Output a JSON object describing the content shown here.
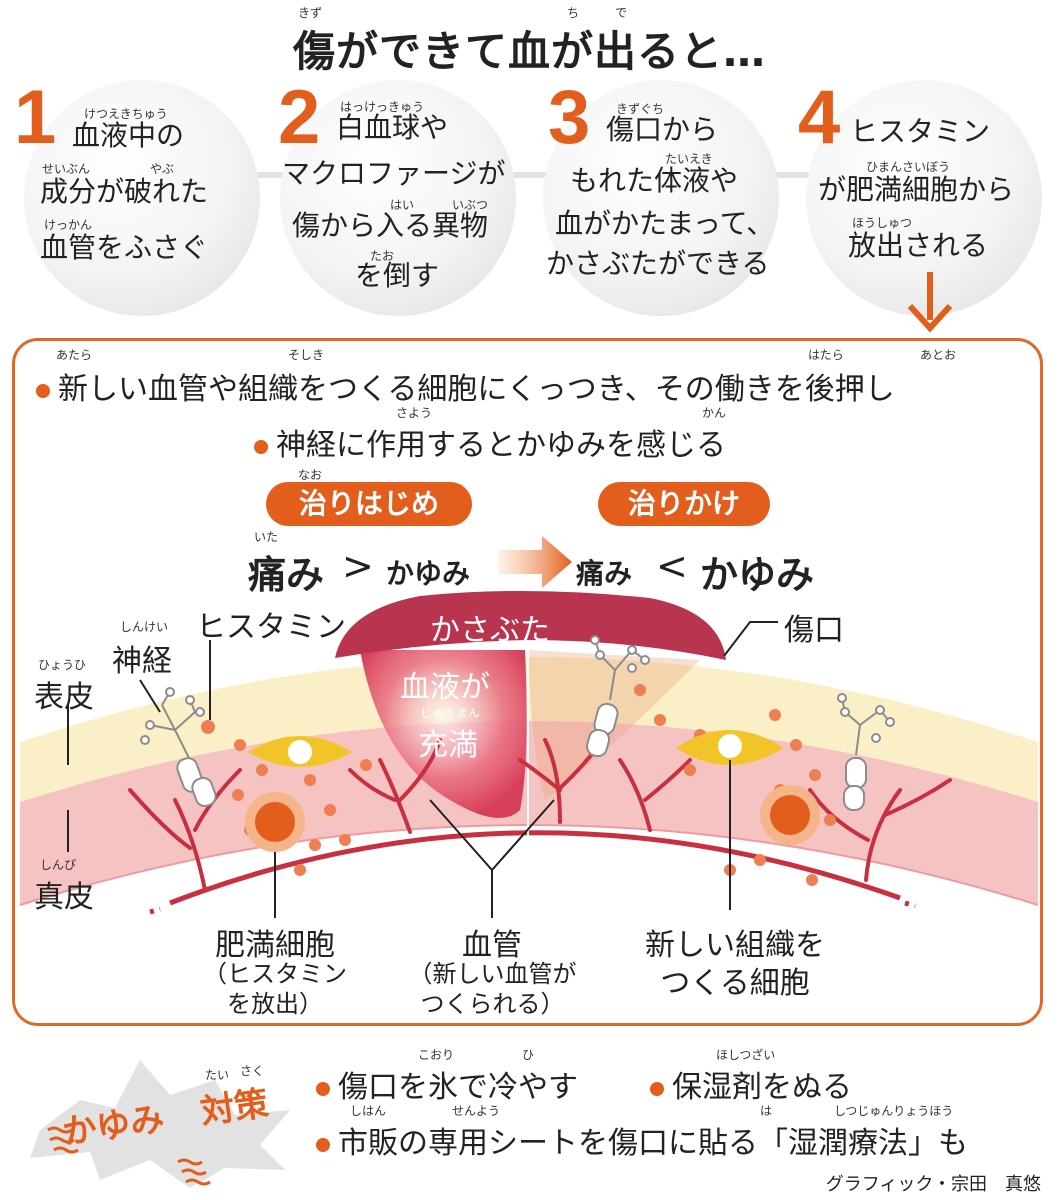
{
  "title": {
    "text": "傷ができて血が出ると…",
    "ruby": [
      "きず",
      "ち",
      "で"
    ]
  },
  "steps": [
    {
      "number": "1",
      "lines": [
        "血液中の",
        "成分が破れた",
        "血管をふさぐ"
      ],
      "ruby": [
        "けつえきちゅう",
        "せいぶん",
        "やぶ",
        "けっかん"
      ]
    },
    {
      "number": "2",
      "lines": [
        "白血球や",
        "マクロファージが",
        "傷から入る異物",
        "を倒す"
      ],
      "ruby": [
        "はっけっきゅう",
        "はい",
        "いぶつ",
        "たお"
      ]
    },
    {
      "number": "3",
      "lines": [
        "傷口から",
        "もれた体液や",
        "血がかたまって、",
        "かさぶたができる"
      ],
      "ruby": [
        "きずぐち",
        "たいえき"
      ]
    },
    {
      "number": "4",
      "lines": [
        "ヒスタミン",
        "が肥満細胞から",
        "放出される"
      ],
      "ruby": [
        "ひまんさいぼう",
        "ほうしゅつ"
      ]
    }
  ],
  "bullets": [
    {
      "text": "新しい血管や組織をつくる細胞にくっつき、その働きを後押し",
      "ruby": [
        "あたら",
        "そしき",
        "はたら",
        "あとお"
      ]
    },
    {
      "text": "神経に作用するとかゆみを感じる",
      "ruby": [
        "さよう",
        "かん"
      ]
    }
  ],
  "phases": {
    "early": {
      "label": "治りはじめ",
      "ruby": "なお",
      "pain": "痛み",
      "pain_ruby": "いた",
      "op": ">",
      "itch": "かゆみ"
    },
    "late": {
      "label": "治りかけ",
      "pain": "痛み",
      "op": "<",
      "itch": "かゆみ"
    }
  },
  "diagram": {
    "scab": "かさぶた",
    "wound": "傷口",
    "blood": {
      "line1": "血液が",
      "line2": "充満",
      "ruby": "じゅうまん"
    },
    "nerve": {
      "text": "神経",
      "ruby": "しんけい"
    },
    "histamine": "ヒスタミン",
    "epidermis": {
      "text": "表皮",
      "ruby": "ひょうひ"
    },
    "dermis": {
      "text": "真皮",
      "ruby": "しんぴ"
    },
    "mast_cell": {
      "title": "肥満細胞",
      "paren1": "ヒスタミン",
      "paren2": "を放出"
    },
    "vessel": {
      "title": "血管",
      "paren1": "新しい血管が",
      "paren2": "つくられる"
    },
    "new_tissue": {
      "line1": "新しい組織を",
      "line2": "つくる細胞"
    }
  },
  "measures": {
    "badge_itch": "かゆみ",
    "badge_measure": "対策",
    "badge_ruby": [
      "たい",
      "さく"
    ],
    "items": [
      {
        "text": "傷口を氷で冷やす",
        "ruby": [
          "こおり",
          "ひ"
        ]
      },
      {
        "text": "保湿剤をぬる",
        "ruby": [
          "ほしつざい"
        ]
      },
      {
        "text": "市販の専用シートを傷口に貼る「湿潤療法」も",
        "ruby": [
          "しはん",
          "せんよう",
          "は",
          "しつじゅんりょうほう"
        ]
      }
    ]
  },
  "credit": "グラフィック・宗田　真悠",
  "colors": {
    "accent": "#e35d1c",
    "epidermis": "#fbefc8",
    "dermis": "#f6c3c3",
    "vessel": "#c9303f",
    "scab": "#b8344f"
  }
}
